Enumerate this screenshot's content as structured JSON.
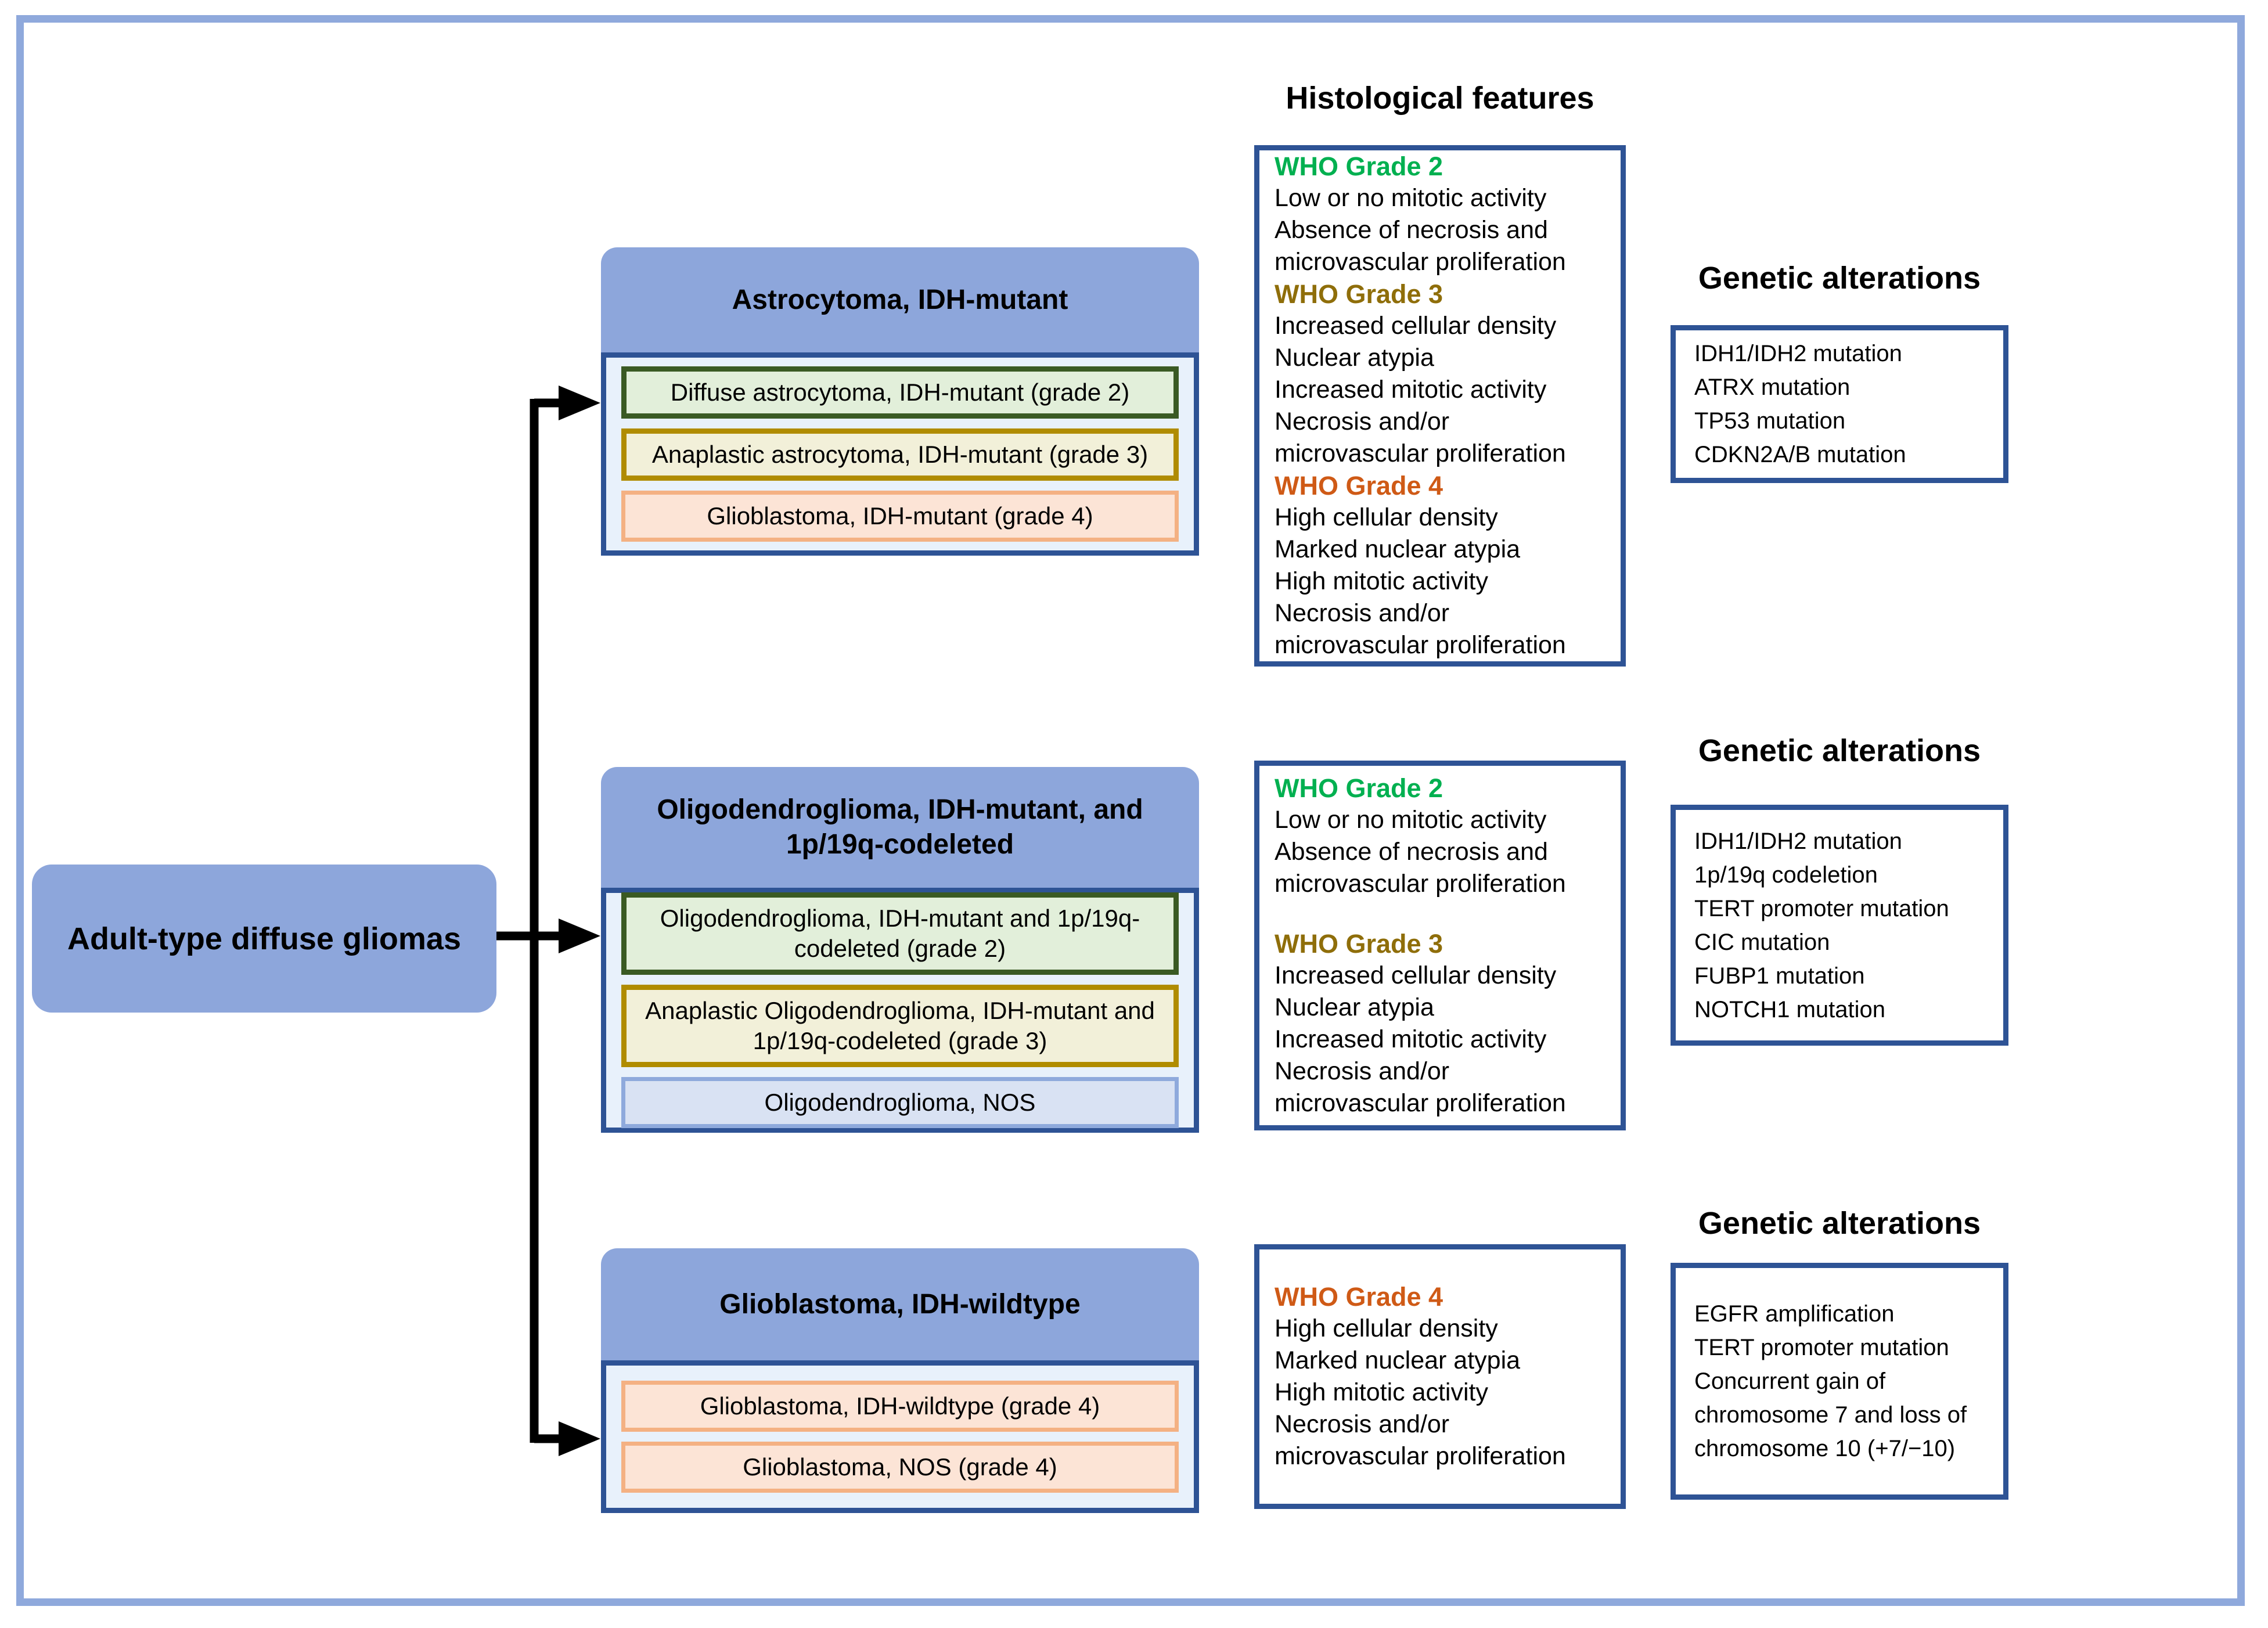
{
  "root": {
    "label": "Adult-type diffuse gliomas"
  },
  "titles": {
    "histology": "Histological features",
    "genetic": "Genetic alterations"
  },
  "colors": {
    "frame_border": "#8FA9DC",
    "header_fill": "#8DA6DB",
    "container_fill": "#E8F1FB",
    "container_border": "#2E5395",
    "green_fill": "#E2EFDA",
    "green_border": "#3A5A23",
    "yellow_fill": "#F2F0D9",
    "yellow_border": "#B08C00",
    "orange_fill": "#FCE4D6",
    "orange_border": "#F4B183",
    "nos_fill": "#D9E2F3",
    "nos_border": "#8FAADC",
    "grade2": "#00B050",
    "grade3": "#8F6E0A",
    "grade4": "#CF5A16",
    "connector": "#000000"
  },
  "groups": [
    {
      "header": "Astrocytoma, IDH-mutant",
      "subtypes": [
        {
          "label": "Diffuse astrocytoma, IDH-mutant (grade 2)",
          "style": "green"
        },
        {
          "label": "Anaplastic astrocytoma, IDH-mutant (grade 3)",
          "style": "yellow"
        },
        {
          "label": "Glioblastoma, IDH-mutant (grade 4)",
          "style": "orange"
        }
      ],
      "histology": [
        {
          "grade_label": "WHO Grade 2",
          "grade_key": "grade2",
          "lines": [
            "Low or no mitotic activity",
            "Absence of necrosis and",
            "microvascular proliferation"
          ]
        },
        {
          "grade_label": "WHO Grade 3",
          "grade_key": "grade3",
          "lines": [
            "Increased cellular density",
            "Nuclear atypia",
            "Increased mitotic activity",
            "Necrosis and/or",
            "microvascular proliferation"
          ]
        },
        {
          "grade_label": "WHO Grade 4",
          "grade_key": "grade4",
          "lines": [
            "High cellular density",
            "Marked nuclear atypia",
            "High mitotic activity",
            "Necrosis and/or",
            "microvascular proliferation"
          ]
        }
      ],
      "genetics": [
        "IDH1/IDH2 mutation",
        "ATRX mutation",
        "TP53 mutation",
        "CDKN2A/B mutation"
      ]
    },
    {
      "header": "Oligodendroglioma, IDH-mutant, and 1p/19q-codeleted",
      "subtypes": [
        {
          "label": "Oligodendroglioma, IDH-mutant and 1p/19q-codeleted (grade 2)",
          "style": "green"
        },
        {
          "label": "Anaplastic Oligodendroglioma, IDH-mutant and 1p/19q-codeleted (grade 3)",
          "style": "yellow"
        },
        {
          "label": "Oligodendroglioma, NOS",
          "style": "nos"
        }
      ],
      "histology": [
        {
          "grade_label": "WHO Grade 2",
          "grade_key": "grade2",
          "lines": [
            "Low or no mitotic activity",
            "Absence of necrosis and",
            "microvascular proliferation"
          ]
        },
        {
          "grade_label": "WHO Grade 3",
          "grade_key": "grade3",
          "lines": [
            "Increased cellular density",
            "Nuclear atypia",
            "Increased mitotic activity",
            "Necrosis and/or",
            "microvascular proliferation"
          ]
        }
      ],
      "genetics": [
        "IDH1/IDH2 mutation",
        "1p/19q codeletion",
        "TERT promoter mutation",
        "CIC mutation",
        "FUBP1 mutation",
        "NOTCH1 mutation"
      ]
    },
    {
      "header": "Glioblastoma, IDH-wildtype",
      "subtypes": [
        {
          "label": "Glioblastoma, IDH-wildtype (grade 4)",
          "style": "orange"
        },
        {
          "label": "Glioblastoma, NOS (grade 4)",
          "style": "orange"
        }
      ],
      "histology": [
        {
          "grade_label": "WHO Grade 4",
          "grade_key": "grade4",
          "lines": [
            "High cellular density",
            "Marked nuclear atypia",
            "High mitotic activity",
            "Necrosis and/or",
            "microvascular proliferation"
          ]
        }
      ],
      "genetics": [
        "EGFR amplification",
        "TERT promoter mutation",
        "Concurrent gain of",
        "chromosome 7 and loss of",
        "chromosome 10 (+7/−10)"
      ]
    }
  ]
}
